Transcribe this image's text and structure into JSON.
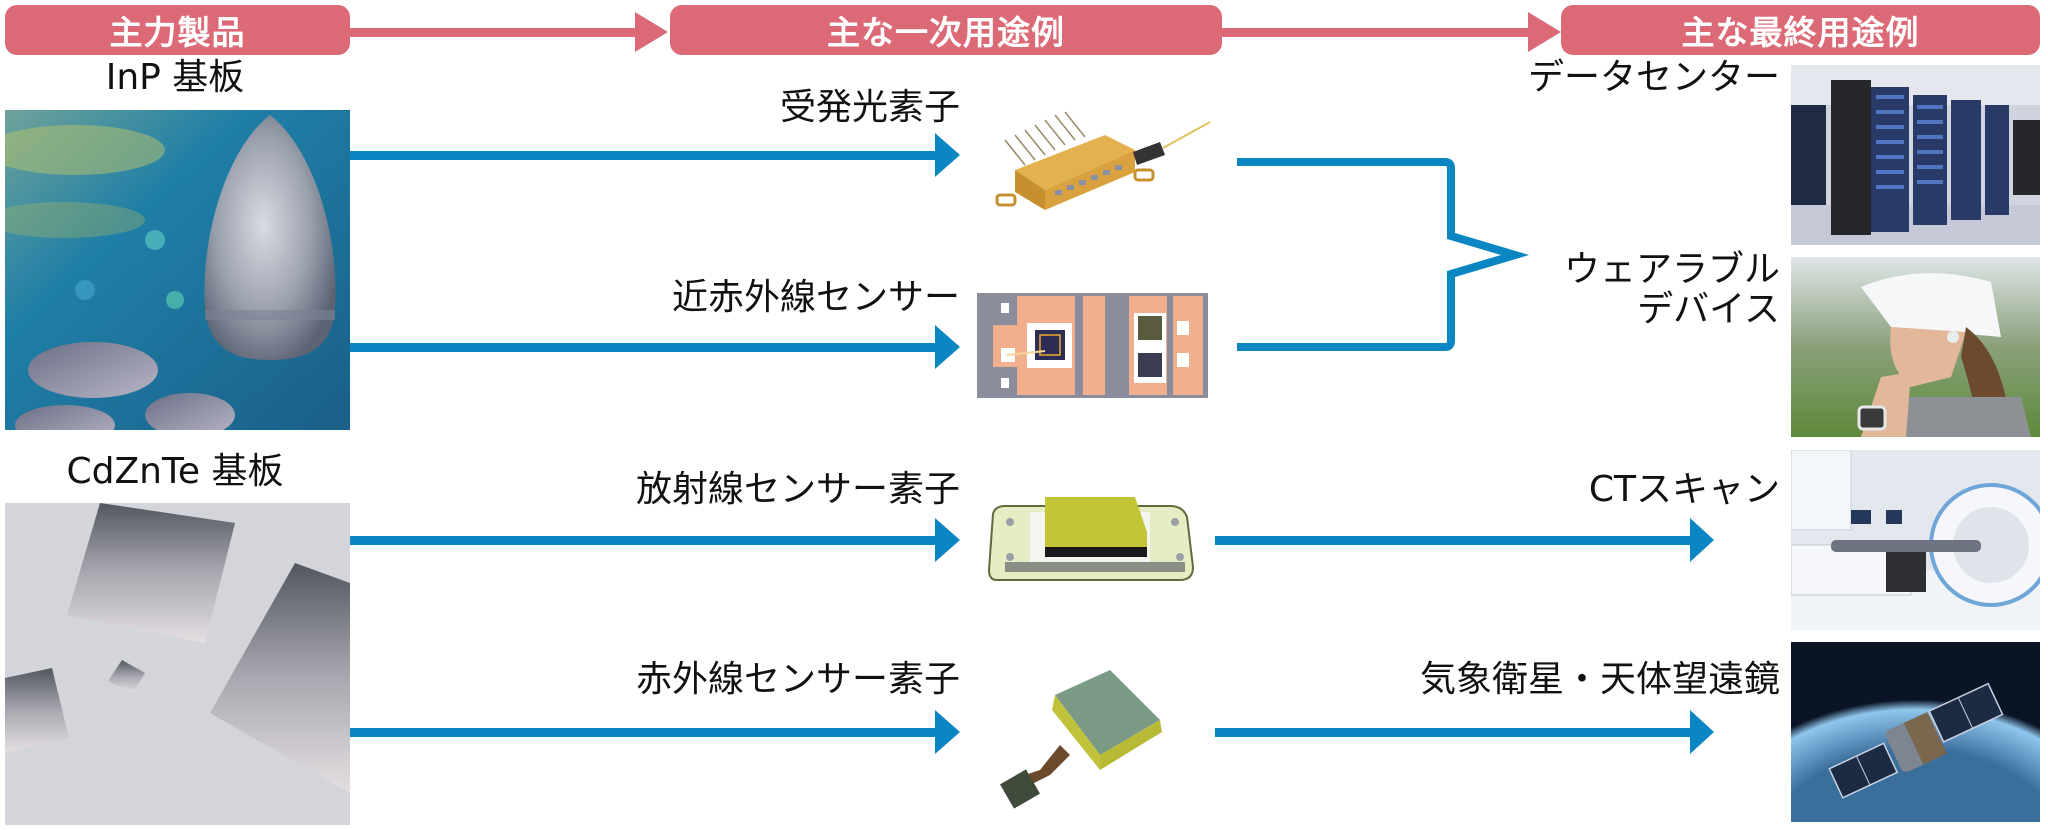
{
  "colors": {
    "header_bg": "#dc6a76",
    "flow_arrow": "#0a87c2",
    "header_text": "#ffffff"
  },
  "headers": [
    {
      "label": "主力製品"
    },
    {
      "label": "主な一次用途例"
    },
    {
      "label": "主な最終用途例"
    }
  ],
  "products": [
    {
      "label": "InP 基板",
      "image": "inp-crystal-and-wafers-photo"
    },
    {
      "label": "CdZnTe 基板",
      "image": "cdznte-square-wafers-photo"
    }
  ],
  "primary_uses": [
    {
      "label": "受発光素子",
      "image": "optical-transceiver-module-photo",
      "source": "InP 基板"
    },
    {
      "label": "近赤外線センサー",
      "image": "nir-sensor-chip-illustration",
      "source": "InP 基板"
    },
    {
      "label": "放射線センサー素子",
      "image": "radiation-sensor-element-illustration",
      "source": "CdZnTe 基板"
    },
    {
      "label": "赤外線センサー素子",
      "image": "infrared-sensor-element-illustration",
      "source": "CdZnTe 基板"
    }
  ],
  "final_uses": [
    {
      "label": "データセンター",
      "image": "data-center-server-racks-photo"
    },
    {
      "label_lines": [
        "ウェアラブル",
        "デバイス"
      ],
      "image": "wearable-earbud-smartwatch-photo"
    },
    {
      "label": "CTスキャン",
      "image": "ct-scanner-room-photo"
    },
    {
      "label": "気象衛星・天体望遠鏡",
      "image": "satellite-over-earth-photo"
    }
  ],
  "flows": [
    {
      "from": "受発光素子",
      "to": [
        "データセンター",
        "ウェアラブルデバイス"
      ]
    },
    {
      "from": "近赤外線センサー",
      "to": [
        "データセンター",
        "ウェアラブルデバイス"
      ]
    },
    {
      "from": "放射線センサー素子",
      "to": [
        "CTスキャン"
      ]
    },
    {
      "from": "赤外線センサー素子",
      "to": [
        "気象衛星・天体望遠鏡"
      ]
    }
  ]
}
